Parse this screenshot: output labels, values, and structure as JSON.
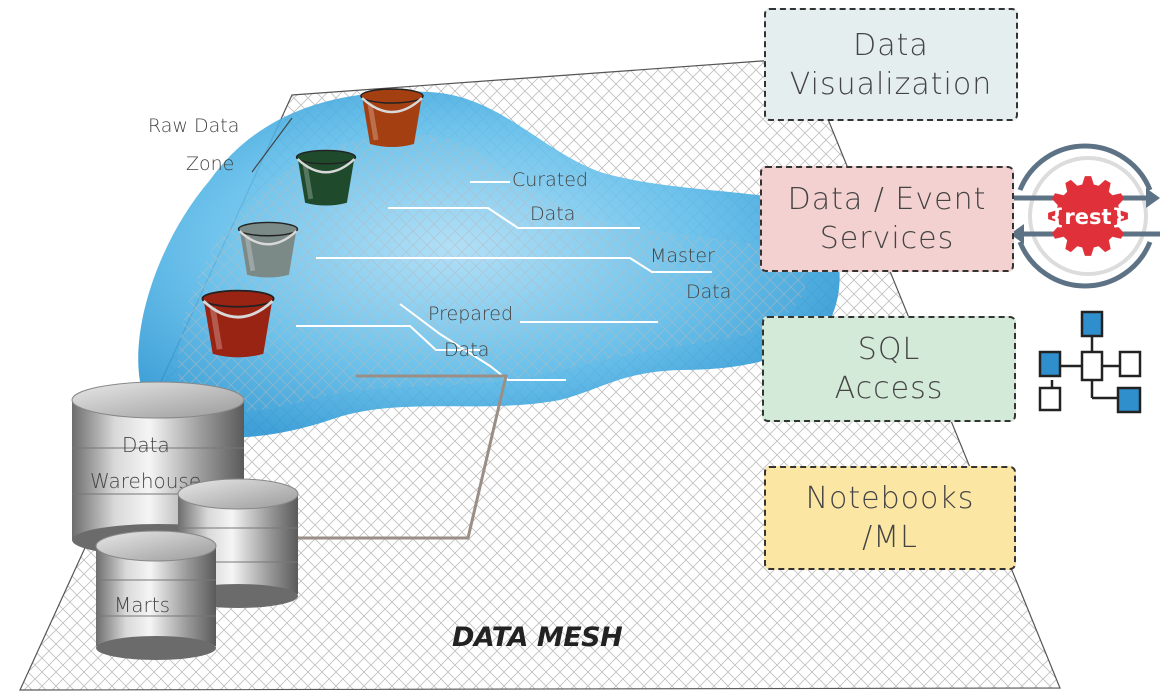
{
  "mesh": {
    "title": "DATA MESH"
  },
  "lake": {
    "raw_zone": {
      "line1": "Raw Data",
      "line2": "Zone"
    },
    "curated": {
      "line1": "Curated",
      "line2": "Data"
    },
    "master": {
      "line1": "Master",
      "line2": "Data"
    },
    "prepared": {
      "line1": "Prepared",
      "line2": "Data"
    },
    "buckets": [
      {
        "color": "#a43f12",
        "name": "bucket-orange"
      },
      {
        "color": "#1f4a2c",
        "name": "bucket-green"
      },
      {
        "color": "#7b8a87",
        "name": "bucket-gray"
      },
      {
        "color": "#9a2413",
        "name": "bucket-red"
      }
    ]
  },
  "databases": {
    "warehouse": {
      "line1": "Data",
      "line2": "Warehouse"
    },
    "marts": "Marts"
  },
  "services": {
    "visualization": "Data\nVisualization",
    "data_event": "Data / Event\nServices",
    "sql": "SQL\nAccess",
    "notebooks": "Notebooks\n/ML"
  },
  "icons": {
    "rest_label": "{rest}",
    "rest_icon": "rest-api-icon",
    "schema_icon": "schema-tree-icon"
  },
  "colors": {
    "lake": "#4aaee0",
    "rest_red": "#e0303a",
    "rest_arrow": "#5d7385",
    "schema_blue": "#2f8fcc"
  }
}
